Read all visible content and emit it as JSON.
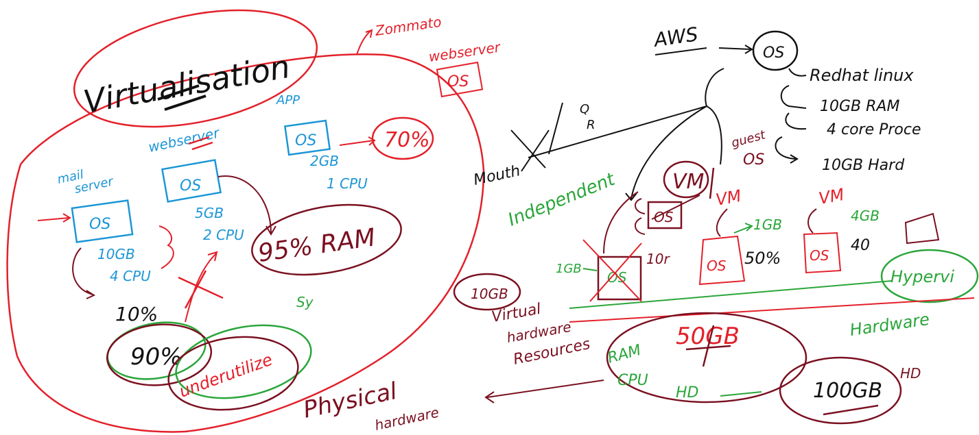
{
  "colors": {
    "red": "#e3202a",
    "blue": "#1c96d6",
    "maroon": "#7a1020",
    "green": "#2aa53a",
    "black": "#111111"
  },
  "left": {
    "title": "Virtualisation",
    "top_note": "Zommato",
    "webserver_top": "webserver",
    "webserver_top_os": "OS",
    "app_label": "APP",
    "app_os": "OS",
    "app_ram": "2GB",
    "app_cpu": "1 CPU",
    "app_usage": "70%",
    "webserver_label": "webserver",
    "webserver_os": "OS",
    "webserver_ram": "5GB",
    "webserver_cpu": "2 CPU",
    "mail_label_1": "mail",
    "mail_label_2": "server",
    "mail_os": "OS",
    "mail_ram": "10GB",
    "mail_cpu": "4 CPU",
    "mail_usage": "10%",
    "ram_usage": "95% RAM",
    "under_usage": "90%",
    "underutilize": "underutilize",
    "sy": "Sy",
    "physical": "Physical",
    "hardware": "hardware"
  },
  "right": {
    "aws": "AWS",
    "os": "OS",
    "spec_os": "Redhat linux",
    "spec_ram": "10GB RAM",
    "spec_cpu": "4 core Proce",
    "spec_hd": "10GB Hard",
    "guest_1": "guest",
    "guest_2": "OS",
    "vm_main": "VM",
    "small_os": "OS",
    "vm_2": "VM",
    "vm_3": "VM",
    "ram_a": "1GB",
    "ram_b": "4GB",
    "pct_a": "50%",
    "pct_b": "40",
    "vm2_os": "OS",
    "vm3_os": "OS",
    "hypervisor": "Hypervi",
    "hardware": "Hardware",
    "independent": "Independent",
    "mouth_letter": "Q",
    "mouth_letter_2": "R",
    "mouth": "Mouth",
    "one_gb": "1GB",
    "ten_gb": "10GB",
    "virtual_1": "Virtual",
    "virtual_2": "hardware",
    "virtual_3": "Resources",
    "x_os": "OS",
    "tenr": "10r",
    "ram_label": "RAM",
    "cpu_label": "CPU",
    "hd_label": "HD",
    "total_ram": "50GB",
    "hd_total": "100GB",
    "hd_suffix": "HD"
  }
}
